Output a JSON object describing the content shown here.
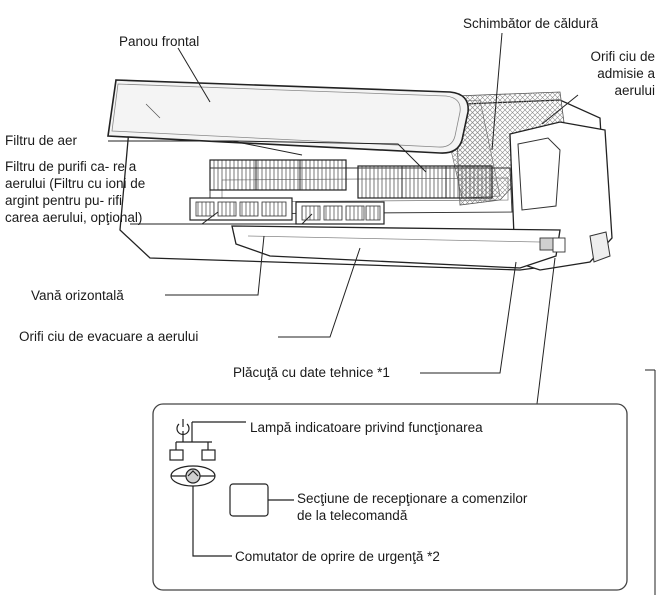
{
  "labels": {
    "front_panel": "Panou frontal",
    "heat_exchanger": "Schimbător de căldură",
    "air_inlet": "Orifi ciu de admisie a aerului",
    "air_filter": "Filtru de aer",
    "purify_filter": "Filtru de purifi ca- re a aerului (Filtru cu ioni de argint pentru pu- rifi carea aerului, opţional)",
    "horizontal_louver": "Vană orizontală",
    "air_outlet": "Orifi ciu de evacuare a aerului",
    "nameplate": "Plăcuţă cu date tehnice *1",
    "operation_lamp": "Lampă indicatoare privind funcţionarea",
    "receiver_line1": "Secţiune de recepţionare a comenzilor",
    "receiver_line2": "de la telecomandă",
    "emergency_switch": "Comutator de oprire de urgenţă *2"
  },
  "colors": {
    "line": "#222222",
    "panel_fill": "#f4f4f4",
    "mesh": "#8a8a8a",
    "detail_fill": "#cfcfcf"
  }
}
